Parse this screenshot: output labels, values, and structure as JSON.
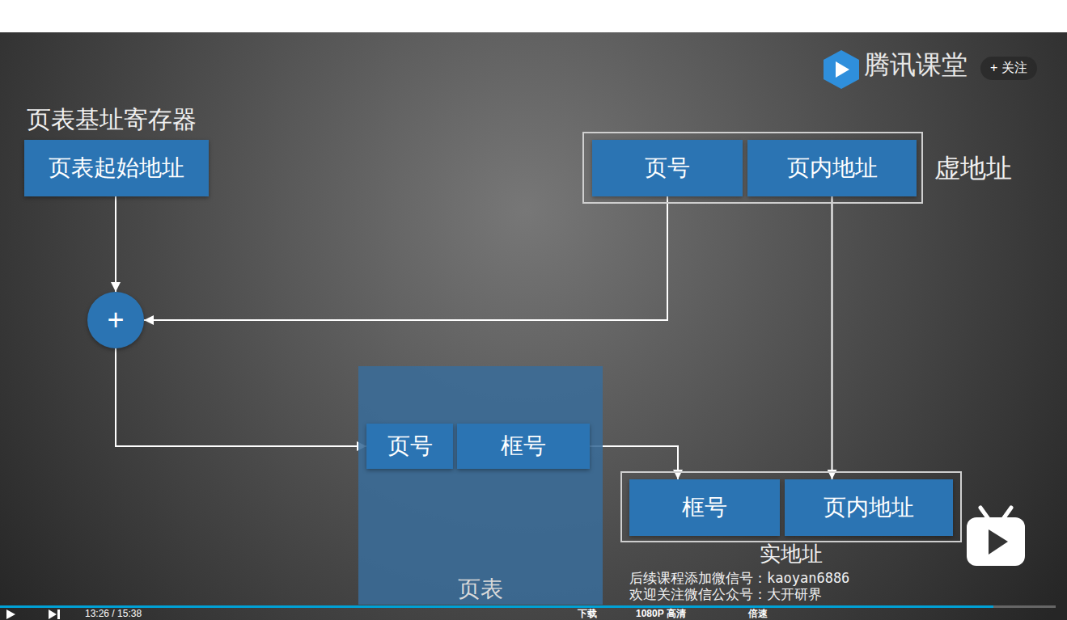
{
  "diagram": {
    "nodes": [
      {
        "text": [
          "页表基址寄存器",
          "页表起始地址"
        ]
      },
      {
        "text": [
          "虚地址"
        ]
      },
      {
        "text": [
          "页号"
        ],
        "in": 1
      },
      {
        "text": [
          "页内地址"
        ],
        "in": 1
      },
      {
        "text": [
          "+"
        ]
      },
      {
        "text": [
          "页表"
        ]
      },
      {
        "text": [
          "页号"
        ],
        "in": 5
      },
      {
        "text": [
          "框号"
        ],
        "in": 5
      },
      {
        "text": [
          "实地址"
        ]
      },
      {
        "text": [
          "框号"
        ],
        "in": 8
      },
      {
        "text": [
          "页内地址"
        ],
        "in": 8
      }
    ],
    "edges": [
      {
        "from": 0,
        "to": 4,
        "arrow": "to"
      },
      {
        "from": 2,
        "to": 4,
        "arrow": "to"
      },
      {
        "from": 4,
        "to": 6,
        "arrow": "to"
      },
      {
        "from": 7,
        "to": 9,
        "arrow": "to"
      },
      {
        "from": 3,
        "to": 10,
        "arrow": "to"
      }
    ],
    "labels": [
      "腾讯课堂",
      "+ 关注",
      "后续课程添加微信号：kaoyan6886",
      "欢迎关注微信公众号：大开研界",
      "13:26 / 15:38",
      "下载",
      "1080P 高清",
      "倍速"
    ]
  }
}
